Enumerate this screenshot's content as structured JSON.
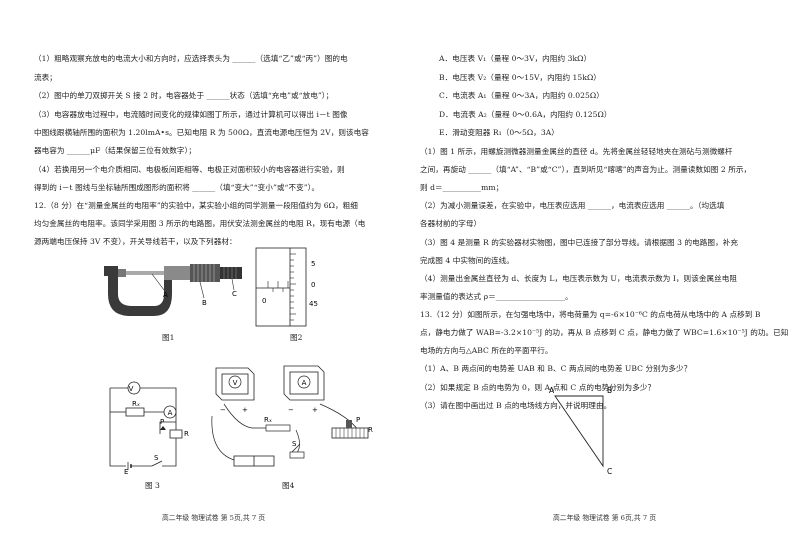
{
  "left_page": {
    "lines": [
      "（1）粗略观察充放电的电流大小和方向时，应选择表头为 ______（选填“乙”或“丙”）图的电",
      "流表；",
      "（2）图中的单刀双掷开关 S 接 2 时，电容器处于 ______状态（选填“充电”或“放电”）；",
      "（3）电容器放电过程中，电流随时间变化的规律如图丁所示，通过计算机可以得出 i－t 图像",
      "中图线跟横轴所围的面积为 1.20lmA•s。已知电阻 R 为 500Ω，直流电源电压恒为 2V，则该电容",
      "器电容为 ______μF（结果保留三位有效数字）；",
      "（4）若换用另一个电介质相同、电极板间距相等、电极正对面积较小的电容器进行实验，则",
      "得到的 i－t 图线与坐标轴所围成图形的面积将 ______（填“变大”“变小”或“不变”）。",
      "12.（8 分）在“测量金属丝的电阻率”的实验中，某实验小组的同学测量一段阻值约为 6Ω，粗细",
      "均匀金属丝的电阻率。该同学采用图 3 所示的电路图，用伏安法测金属丝的电阻 R，现有电源（电",
      "源两端电压保持 3V 不变），开关导线若干，以及下列器材："
    ],
    "fig1_caption": "图1",
    "fig2_caption": "图2",
    "fig3_caption": "图 3",
    "fig4_caption": "图4",
    "footer": "高二年级 物理试卷 第 5页,共 7 页"
  },
  "right_page": {
    "lines": [
      "A．电压表 V₁（量程 0～3V，内阻约 3kΩ）",
      "B．电压表 V₂（量程 0～15V，内阻约 15kΩ）",
      "C．电流表 A₁（量程 0～3A，内阻约 0.025Ω）",
      "D．电流表 A₂（量程 0～0.6A，内阻约 0.125Ω）",
      "E．滑动变阻器 R₁（0～5Ω，3A）",
      "（1）图 1 所示，用螺旋测微器测量金属丝的直径 d。先将金属丝轻轻地夹在测砧与测微螺杆",
      "之间，再旋动 ______（填“A”、“B”或“C”），直到听见“喀喀”的声音为止。测量读数如图 2 所示，",
      "则 d＝__________mm；",
      "（2）为减小测量误差，在实验中，电压表应选用 ______，电流表应选用 ______。（均选填",
      "各器材前的字母）",
      "（3）图 4 是测量 R 的实验器材实物图，图中已连接了部分导线。请根据图 3 的电路图，补充",
      "完成图 4 中实物间的连线。",
      "（4）测量出金属丝直径为 d、长度为 L，电压表示数为 U，电流表示数为 I，则该金属丝电阻",
      "率测量值的表达式 ρ＝__________________。",
      "13.（12 分）如图所示，在匀强电场中，将电荷量为 q=-6×10⁻⁶C 的点电荷从电场中的 A 点移到 B",
      "点，静电力做了 WAB=-3.2×10⁻⁵J 的功，再从 B 点移到 C 点，静电力做了 WBC=1.6×10⁻⁵J 的功。已知",
      "电场的方向与△ABC 所在的平面平行。",
      "（1）A、B 两点间的电势差 UAB 和 B、C 两点间的电势差 UBC 分别为多少？",
      "（2）如果规定 B 点的电势为 0，则 A 点和 C 点的电势分别为多少？",
      "（3）请在图中画出过 B 点的电场线方向，并说明理由。"
    ],
    "triangle_labels": {
      "a": "A",
      "b": "B",
      "c": "C"
    },
    "footer": "高二年级 物理试卷 第 6页,共 7 页"
  },
  "figure_labels": {
    "fig1": {
      "a": "A",
      "b": "B",
      "c": "C"
    },
    "fig2": {
      "t5": "5",
      "t0": "0",
      "t45": "45",
      "zero": "0"
    },
    "fig3": {
      "v": "V",
      "a": "A",
      "rx": "Rₓ",
      "r": "R",
      "p": "P",
      "e": "E",
      "s": "S"
    },
    "fig4": {
      "v": "V",
      "a": "A",
      "rx": "Rₓ",
      "s": "S",
      "p": "P",
      "r": "R",
      "minus": "−",
      "plus": "+"
    }
  }
}
